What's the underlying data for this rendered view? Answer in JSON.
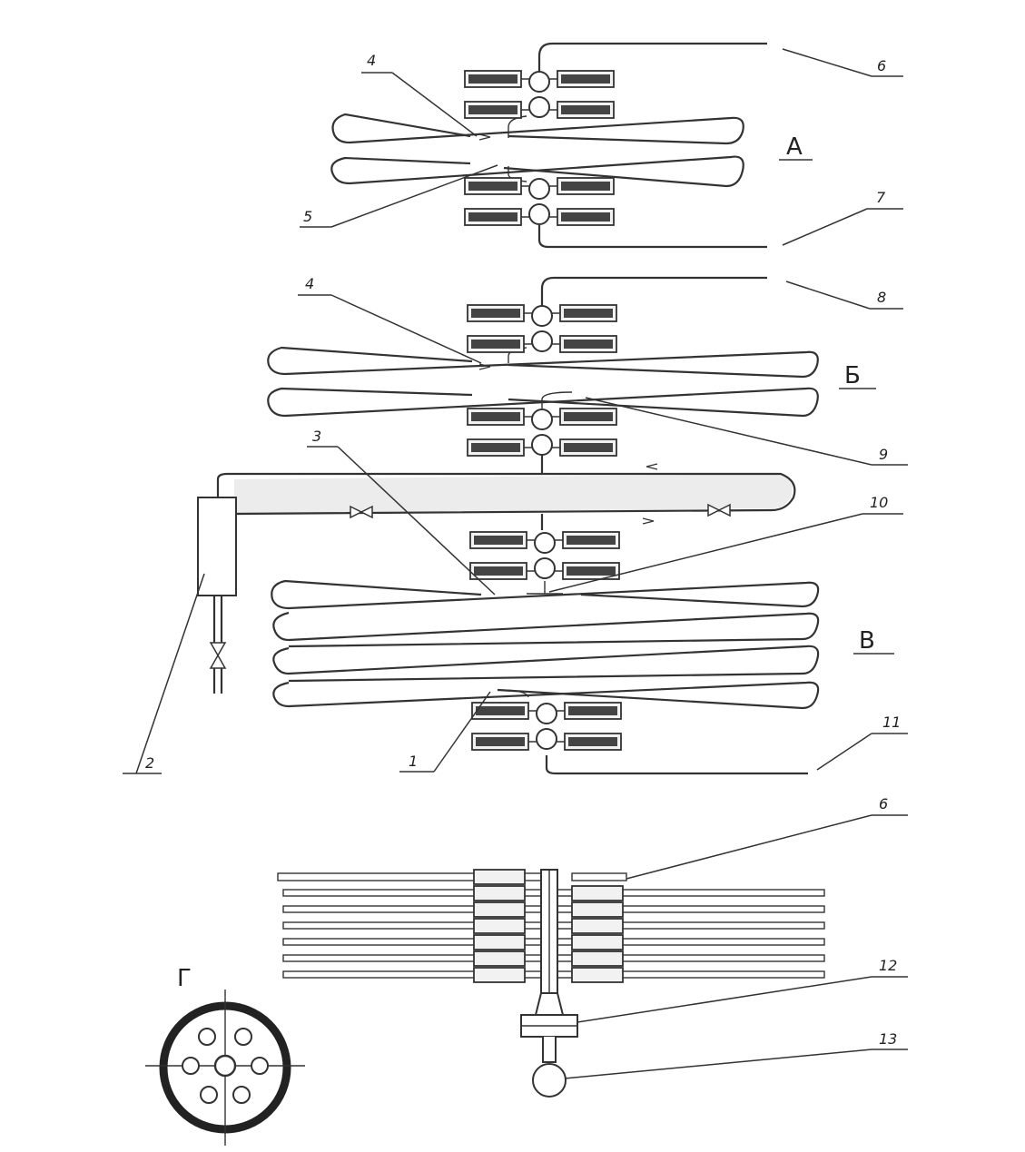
{
  "sections": {
    "A": "А",
    "B": "Б",
    "V": "В",
    "G": "Г"
  },
  "callouts": {
    "c1": "1",
    "c2": "2",
    "c3": "3",
    "c4a": "4",
    "c4b": "4",
    "c5": "5",
    "c6a": "6",
    "c6b": "6",
    "c7": "7",
    "c8": "8",
    "c9": "9",
    "c10": "10",
    "c11": "11",
    "c12": "12",
    "c13": "13"
  }
}
